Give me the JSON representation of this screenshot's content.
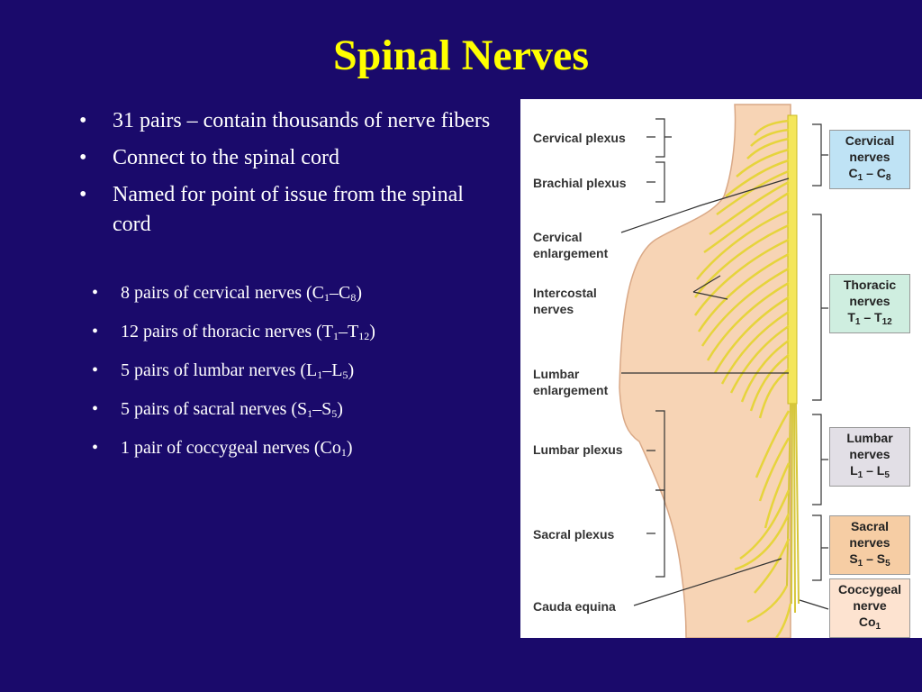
{
  "title": "Spinal Nerves",
  "bullets": [
    {
      "text": "31 pairs – contain thousands of nerve fibers"
    },
    {
      "text": "Connect to the spinal cord"
    },
    {
      "text": "Named for point of issue from the spinal cord"
    }
  ],
  "sub_bullets": [
    {
      "pre": "8 pairs of cervical nerves (C",
      "a": "1",
      "mid": "–C",
      "b": "8",
      "post": ")"
    },
    {
      "pre": "12 pairs of thoracic nerves (T",
      "a": "1",
      "mid": "–T",
      "b": "12",
      "post": ")"
    },
    {
      "pre": "5 pairs of lumbar nerves (L",
      "a": "1",
      "mid": "–L",
      "b": "5",
      "post": ")"
    },
    {
      "pre": "5 pairs of sacral nerves (S",
      "a": "1",
      "mid": "–S",
      "b": "5",
      "post": ")"
    },
    {
      "pre": "1 pair of coccygeal nerves (Co",
      "a": "1",
      "mid": "",
      "b": "",
      "post": ")"
    }
  ],
  "figure": {
    "left_labels": {
      "cervical_plexus": "Cervical plexus",
      "brachial_plexus": "Brachial plexus",
      "cervical_enlargement_1": "Cervical",
      "cervical_enlargement_2": "enlargement",
      "intercostal_1": "Intercostal",
      "intercostal_2": "nerves",
      "lumbar_enlargement_1": "Lumbar",
      "lumbar_enlargement_2": "enlargement",
      "lumbar_plexus": "Lumbar plexus",
      "sacral_plexus": "Sacral plexus",
      "cauda_equina": "Cauda equina"
    },
    "boxes": {
      "cervical": {
        "l1": "Cervical",
        "l2": "nerves",
        "l3": "C",
        "s1": "1",
        "dash": " – C",
        "s2": "8",
        "color": "#bfe3f5"
      },
      "thoracic": {
        "l1": "Thoracic",
        "l2": "nerves",
        "l3": "T",
        "s1": "1",
        "dash": " – T",
        "s2": "12",
        "color": "#cfeee0"
      },
      "lumbar": {
        "l1": "Lumbar",
        "l2": "nerves",
        "l3": "L",
        "s1": "1",
        "dash": " – L",
        "s2": "5",
        "color": "#e2dfe6"
      },
      "sacral": {
        "l1": "Sacral",
        "l2": "nerves",
        "l3": "S",
        "s1": "1",
        "dash": " – S",
        "s2": "5",
        "color": "#f6cda4"
      },
      "coccygeal": {
        "l1": "Coccygeal",
        "l2": "nerve",
        "l3": "Co",
        "s1": "1",
        "dash": "",
        "s2": "",
        "color": "#fde3d0"
      }
    }
  },
  "colors": {
    "background": "#1a0a6b",
    "title": "#ffff00",
    "text": "#ffffff",
    "skin": "#f7d4b5",
    "nerve": "#e8d838"
  }
}
